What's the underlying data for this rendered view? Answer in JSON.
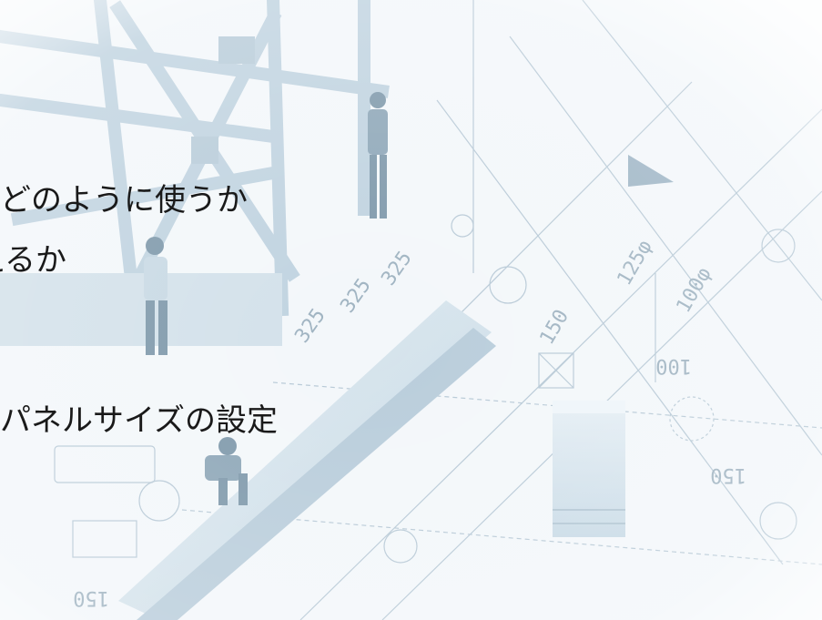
{
  "slide": {
    "lines": [
      "どのように使うか",
      "使えるか",
      "パネルサイズの設定"
    ]
  },
  "colors": {
    "text": "#1a1a1a",
    "tint": "#c9dbe6"
  }
}
